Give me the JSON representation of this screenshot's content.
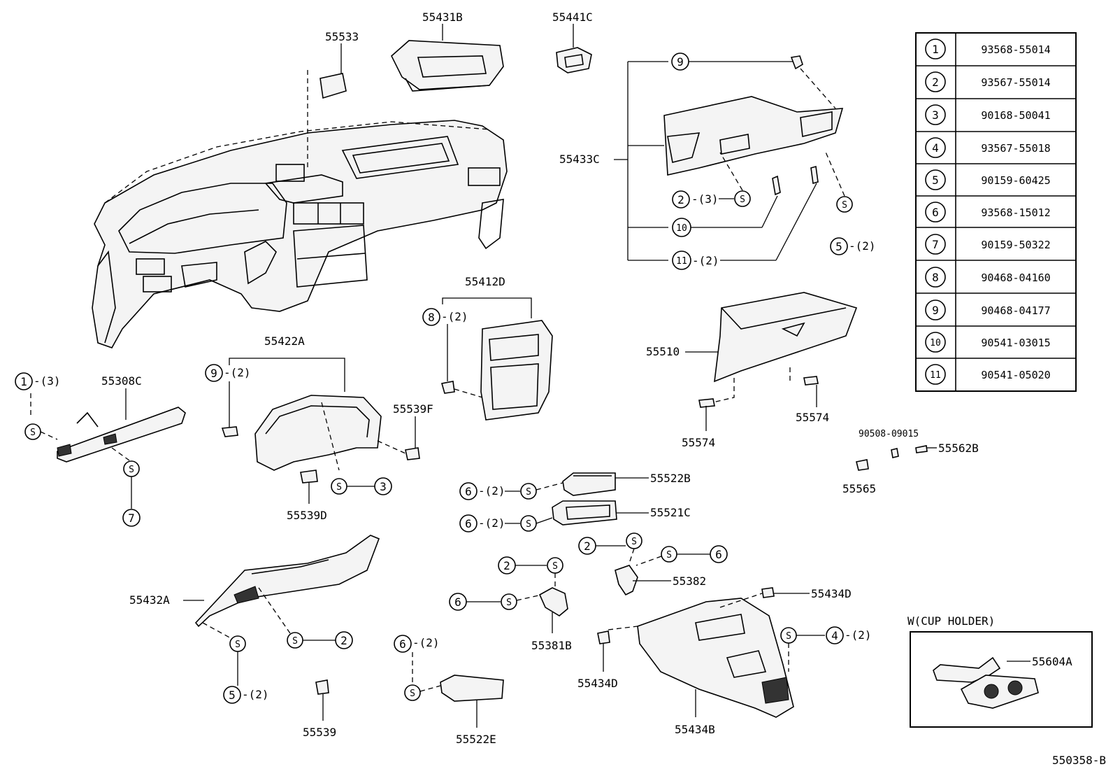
{
  "doc_id": "550358-B",
  "screw_symbol": "S",
  "callout_table": [
    {
      "num": "1",
      "part": "93568-55014"
    },
    {
      "num": "2",
      "part": "93567-55014"
    },
    {
      "num": "3",
      "part": "90168-50041"
    },
    {
      "num": "4",
      "part": "93567-55018"
    },
    {
      "num": "5",
      "part": "90159-60425"
    },
    {
      "num": "6",
      "part": "93568-15012"
    },
    {
      "num": "7",
      "part": "90159-50322"
    },
    {
      "num": "8",
      "part": "90468-04160"
    },
    {
      "num": "9",
      "part": "90468-04177"
    },
    {
      "num": "10",
      "part": "90541-03015"
    },
    {
      "num": "11",
      "part": "90541-05020"
    }
  ],
  "cup_holder_box": {
    "title": "W(CUP HOLDER)",
    "part": "55604A"
  },
  "labels": {
    "p55533": "55533",
    "p55431B": "55431B",
    "p55441C": "55441C",
    "p55433C": "55433C",
    "p55412D": "55412D",
    "p55422A": "55422A",
    "p55308C": "55308C",
    "p55539F": "55539F",
    "p55539D": "55539D",
    "p55510": "55510",
    "p55574a": "55574",
    "p55574b": "55574",
    "p90508": "90508-09015",
    "p55562B": "55562B",
    "p55565": "55565",
    "p55522B": "55522B",
    "p55521C": "55521C",
    "p55382": "55382",
    "p55432A": "55432A",
    "p55381B": "55381B",
    "p55434Da": "55434D",
    "p55434Db": "55434D",
    "p55434B": "55434B",
    "p55539": "55539",
    "p55522E": "55522E"
  },
  "qty": {
    "q1": "-(3)",
    "q2": "-(3)",
    "q5a": "-(2)",
    "q11": "-(2)",
    "q8": "-(2)",
    "q9": "-(2)",
    "q6a": "-(2)",
    "q6b": "-(2)",
    "q6c": "-(2)",
    "q5b": "-(2)",
    "q4": "-(2)"
  }
}
